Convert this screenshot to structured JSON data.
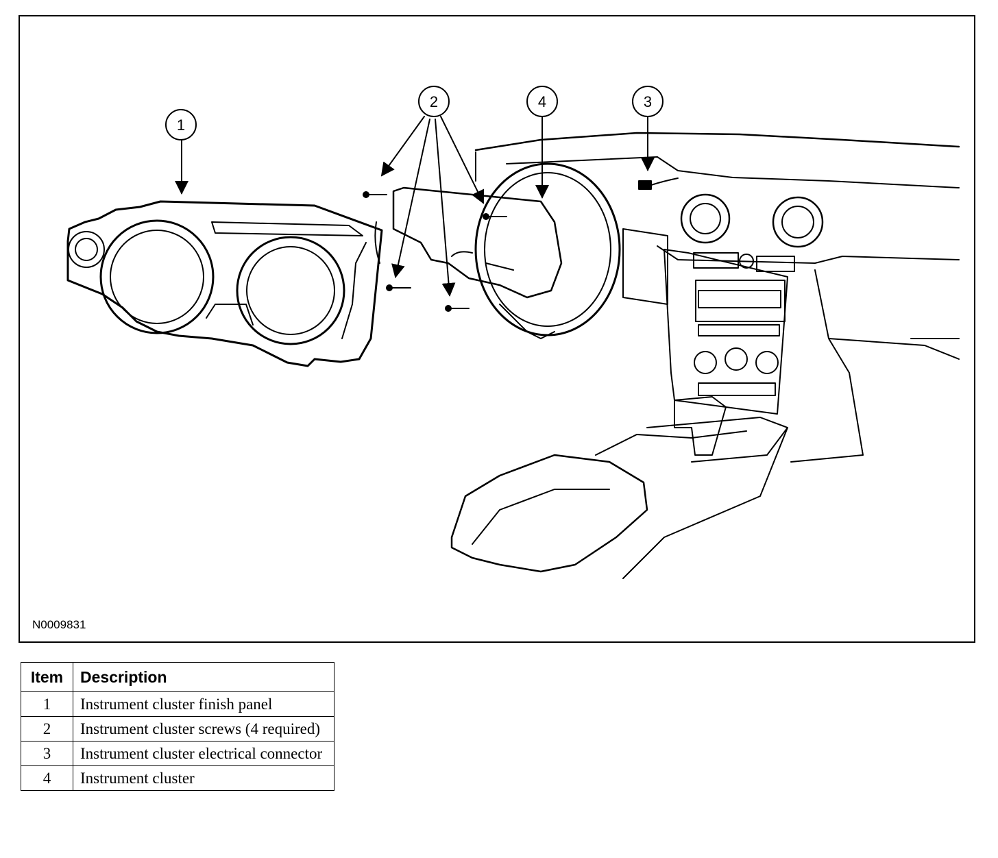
{
  "figure": {
    "id_label": "N0009831",
    "callouts": [
      "1",
      "2",
      "4",
      "3"
    ]
  },
  "legend": {
    "headers": {
      "item": "Item",
      "description": "Description"
    },
    "rows": [
      {
        "item": "1",
        "description": "Instrument cluster finish panel"
      },
      {
        "item": "2",
        "description": "Instrument cluster screws (4 required)"
      },
      {
        "item": "3",
        "description": "Instrument cluster electrical connector"
      },
      {
        "item": "4",
        "description": "Instrument cluster"
      }
    ]
  },
  "colors": {
    "ink": "#000000",
    "paper": "#ffffff"
  }
}
